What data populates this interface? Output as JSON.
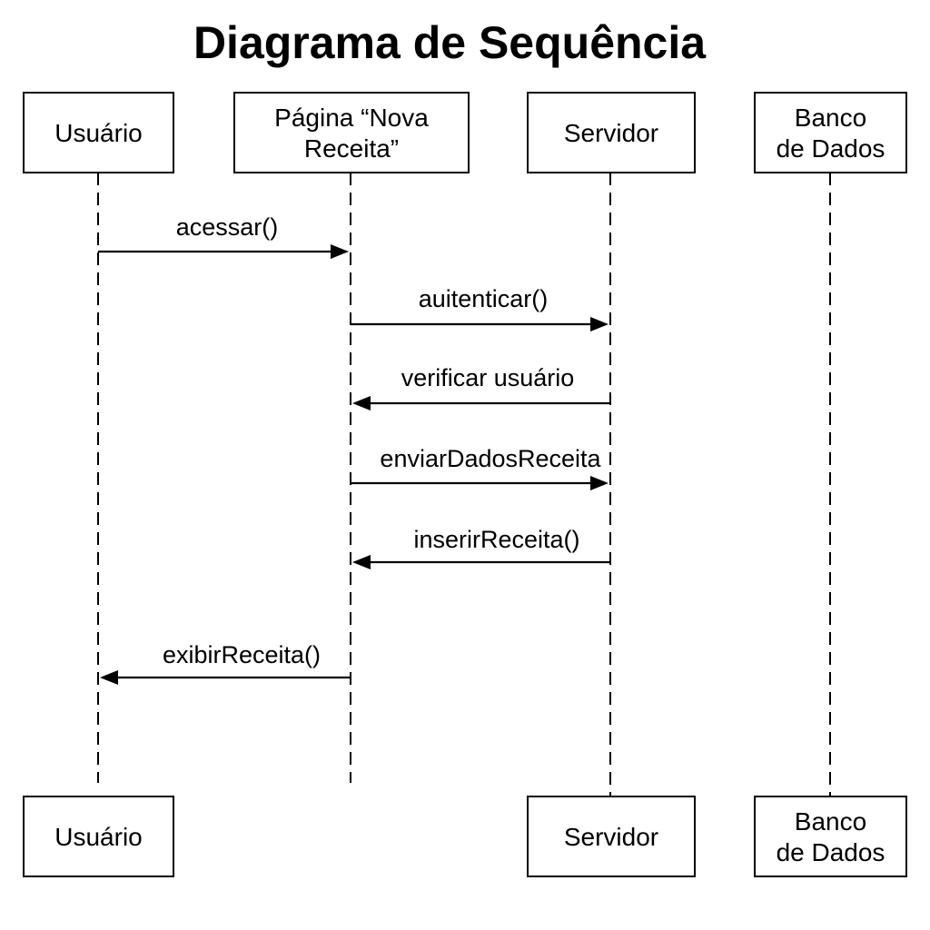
{
  "title": "Diagrama de Sequência",
  "participants": [
    {
      "id": "usuario",
      "label_lines": [
        "Usuário"
      ],
      "has_bottom_box": true
    },
    {
      "id": "pagina",
      "label_lines": [
        "Página “Nova",
        "Receita”"
      ],
      "has_bottom_box": false
    },
    {
      "id": "servidor",
      "label_lines": [
        "Servidor"
      ],
      "has_bottom_box": true
    },
    {
      "id": "banco",
      "label_lines": [
        "Banco",
        "de Dados"
      ],
      "has_bottom_box": true
    }
  ],
  "messages": [
    {
      "from": "usuario",
      "to": "pagina",
      "label": "acessar()"
    },
    {
      "from": "pagina",
      "to": "servidor",
      "label": "auitenticar()"
    },
    {
      "from": "servidor",
      "to": "pagina",
      "label": "verificar usuário"
    },
    {
      "from": "pagina",
      "to": "servidor",
      "label": "enviarDadosReceita"
    },
    {
      "from": "servidor",
      "to": "pagina",
      "label": "inserirReceita()"
    },
    {
      "from": "pagina",
      "to": "usuario",
      "label": "exibirReceita()"
    }
  ]
}
